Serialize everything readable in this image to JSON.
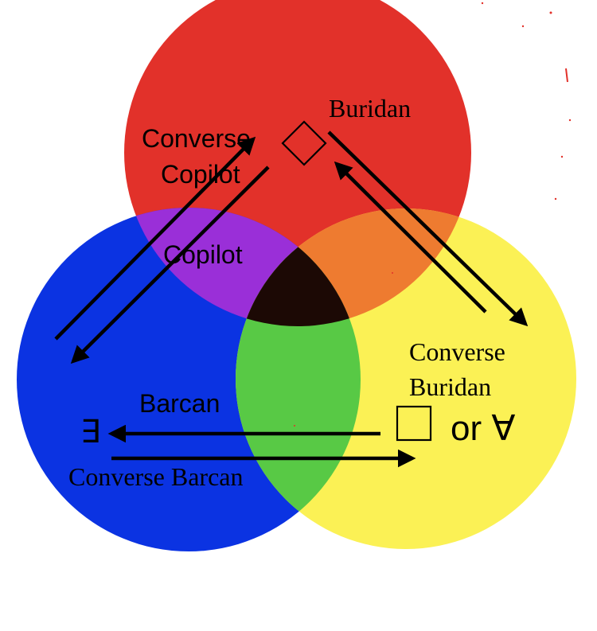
{
  "colors": {
    "background": "#ffffff",
    "red_circle": "#e2312a",
    "blue_circle": "#0b33e2",
    "yellow_circle": "#fbf155",
    "red_blue_overlap": "#9a2fd8",
    "red_yellow_overlap": "#ee7b30",
    "blue_yellow_overlap": "#58c945",
    "center_overlap": "#1c0905",
    "arrow": "#000000",
    "text": "#000000"
  },
  "labels": {
    "buridan": "Buridan",
    "converse_copilot_line1": "Converse",
    "converse_copilot_line2": "Copilot",
    "copilot": "Copilot",
    "converse_buridan_line1": "Converse",
    "converse_buridan_line2": "Buridan",
    "barcan": "Barcan",
    "converse_barcan": "Converse Barcan",
    "exists_symbol": "∃",
    "forall_text": "or ∀"
  },
  "icons": {
    "diamond": "diamond-possibility-icon",
    "box": "box-necessity-icon"
  }
}
